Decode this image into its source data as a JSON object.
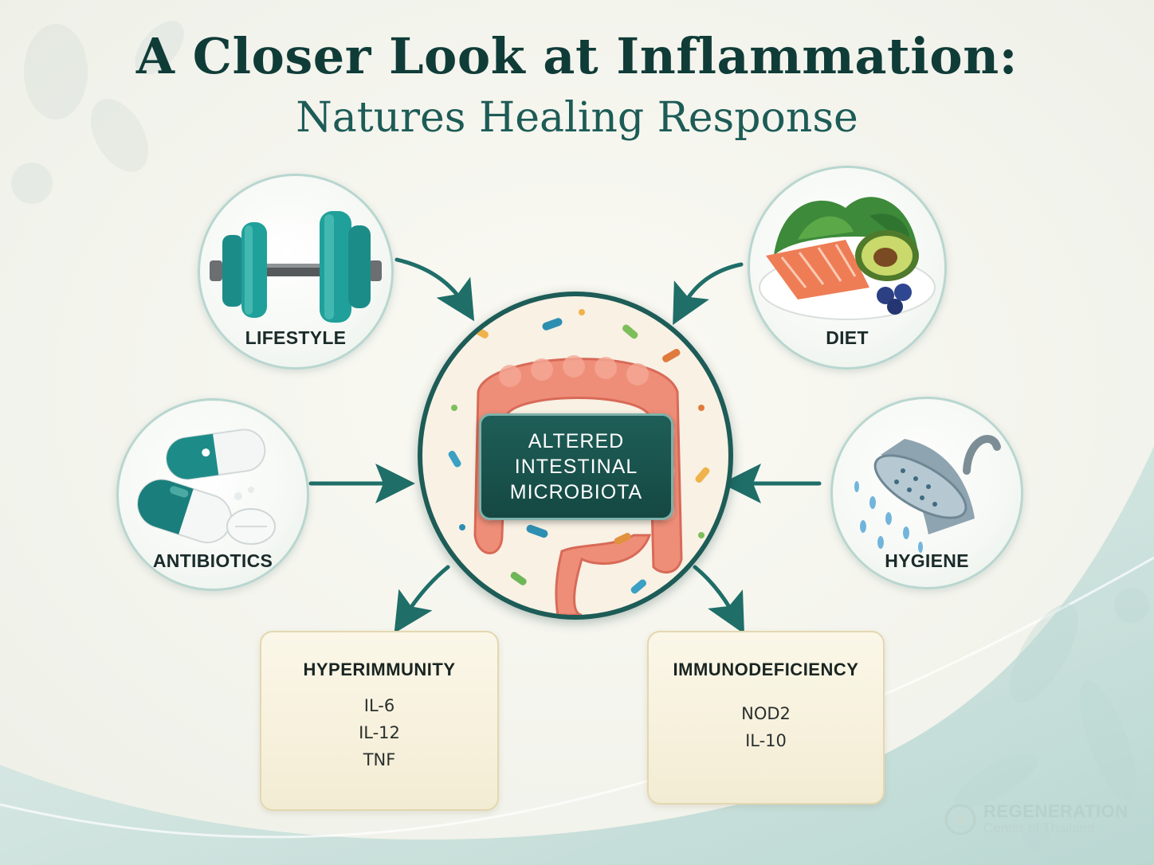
{
  "title": {
    "line1": "A Closer Look at Inflammation:",
    "line2": "Natures Healing Response"
  },
  "center": {
    "label": "ALTERED INTESTINAL MICROBIOTA"
  },
  "factors": [
    {
      "label": "LIFESTYLE",
      "icon": "dumbbell-icon"
    },
    {
      "label": "DIET",
      "icon": "food-plate-icon"
    },
    {
      "label": "ANTIBIOTICS",
      "icon": "capsules-icon"
    },
    {
      "label": "HYGIENE",
      "icon": "shower-head-icon"
    }
  ],
  "outcomes": [
    {
      "title": "HYPERIMMUNITY",
      "items": [
        "IL-6",
        "IL-12",
        "TNF"
      ]
    },
    {
      "title": "IMMUNODEFICIENCY",
      "items": [
        "NOD2",
        "IL-10"
      ]
    }
  ],
  "watermark": {
    "line1": "REGENERATION",
    "line2": "Center of Thailand"
  },
  "colors": {
    "accent": "#1d5c57",
    "arrow": "#1f6e68",
    "box_fill": "#f6f0dc"
  }
}
